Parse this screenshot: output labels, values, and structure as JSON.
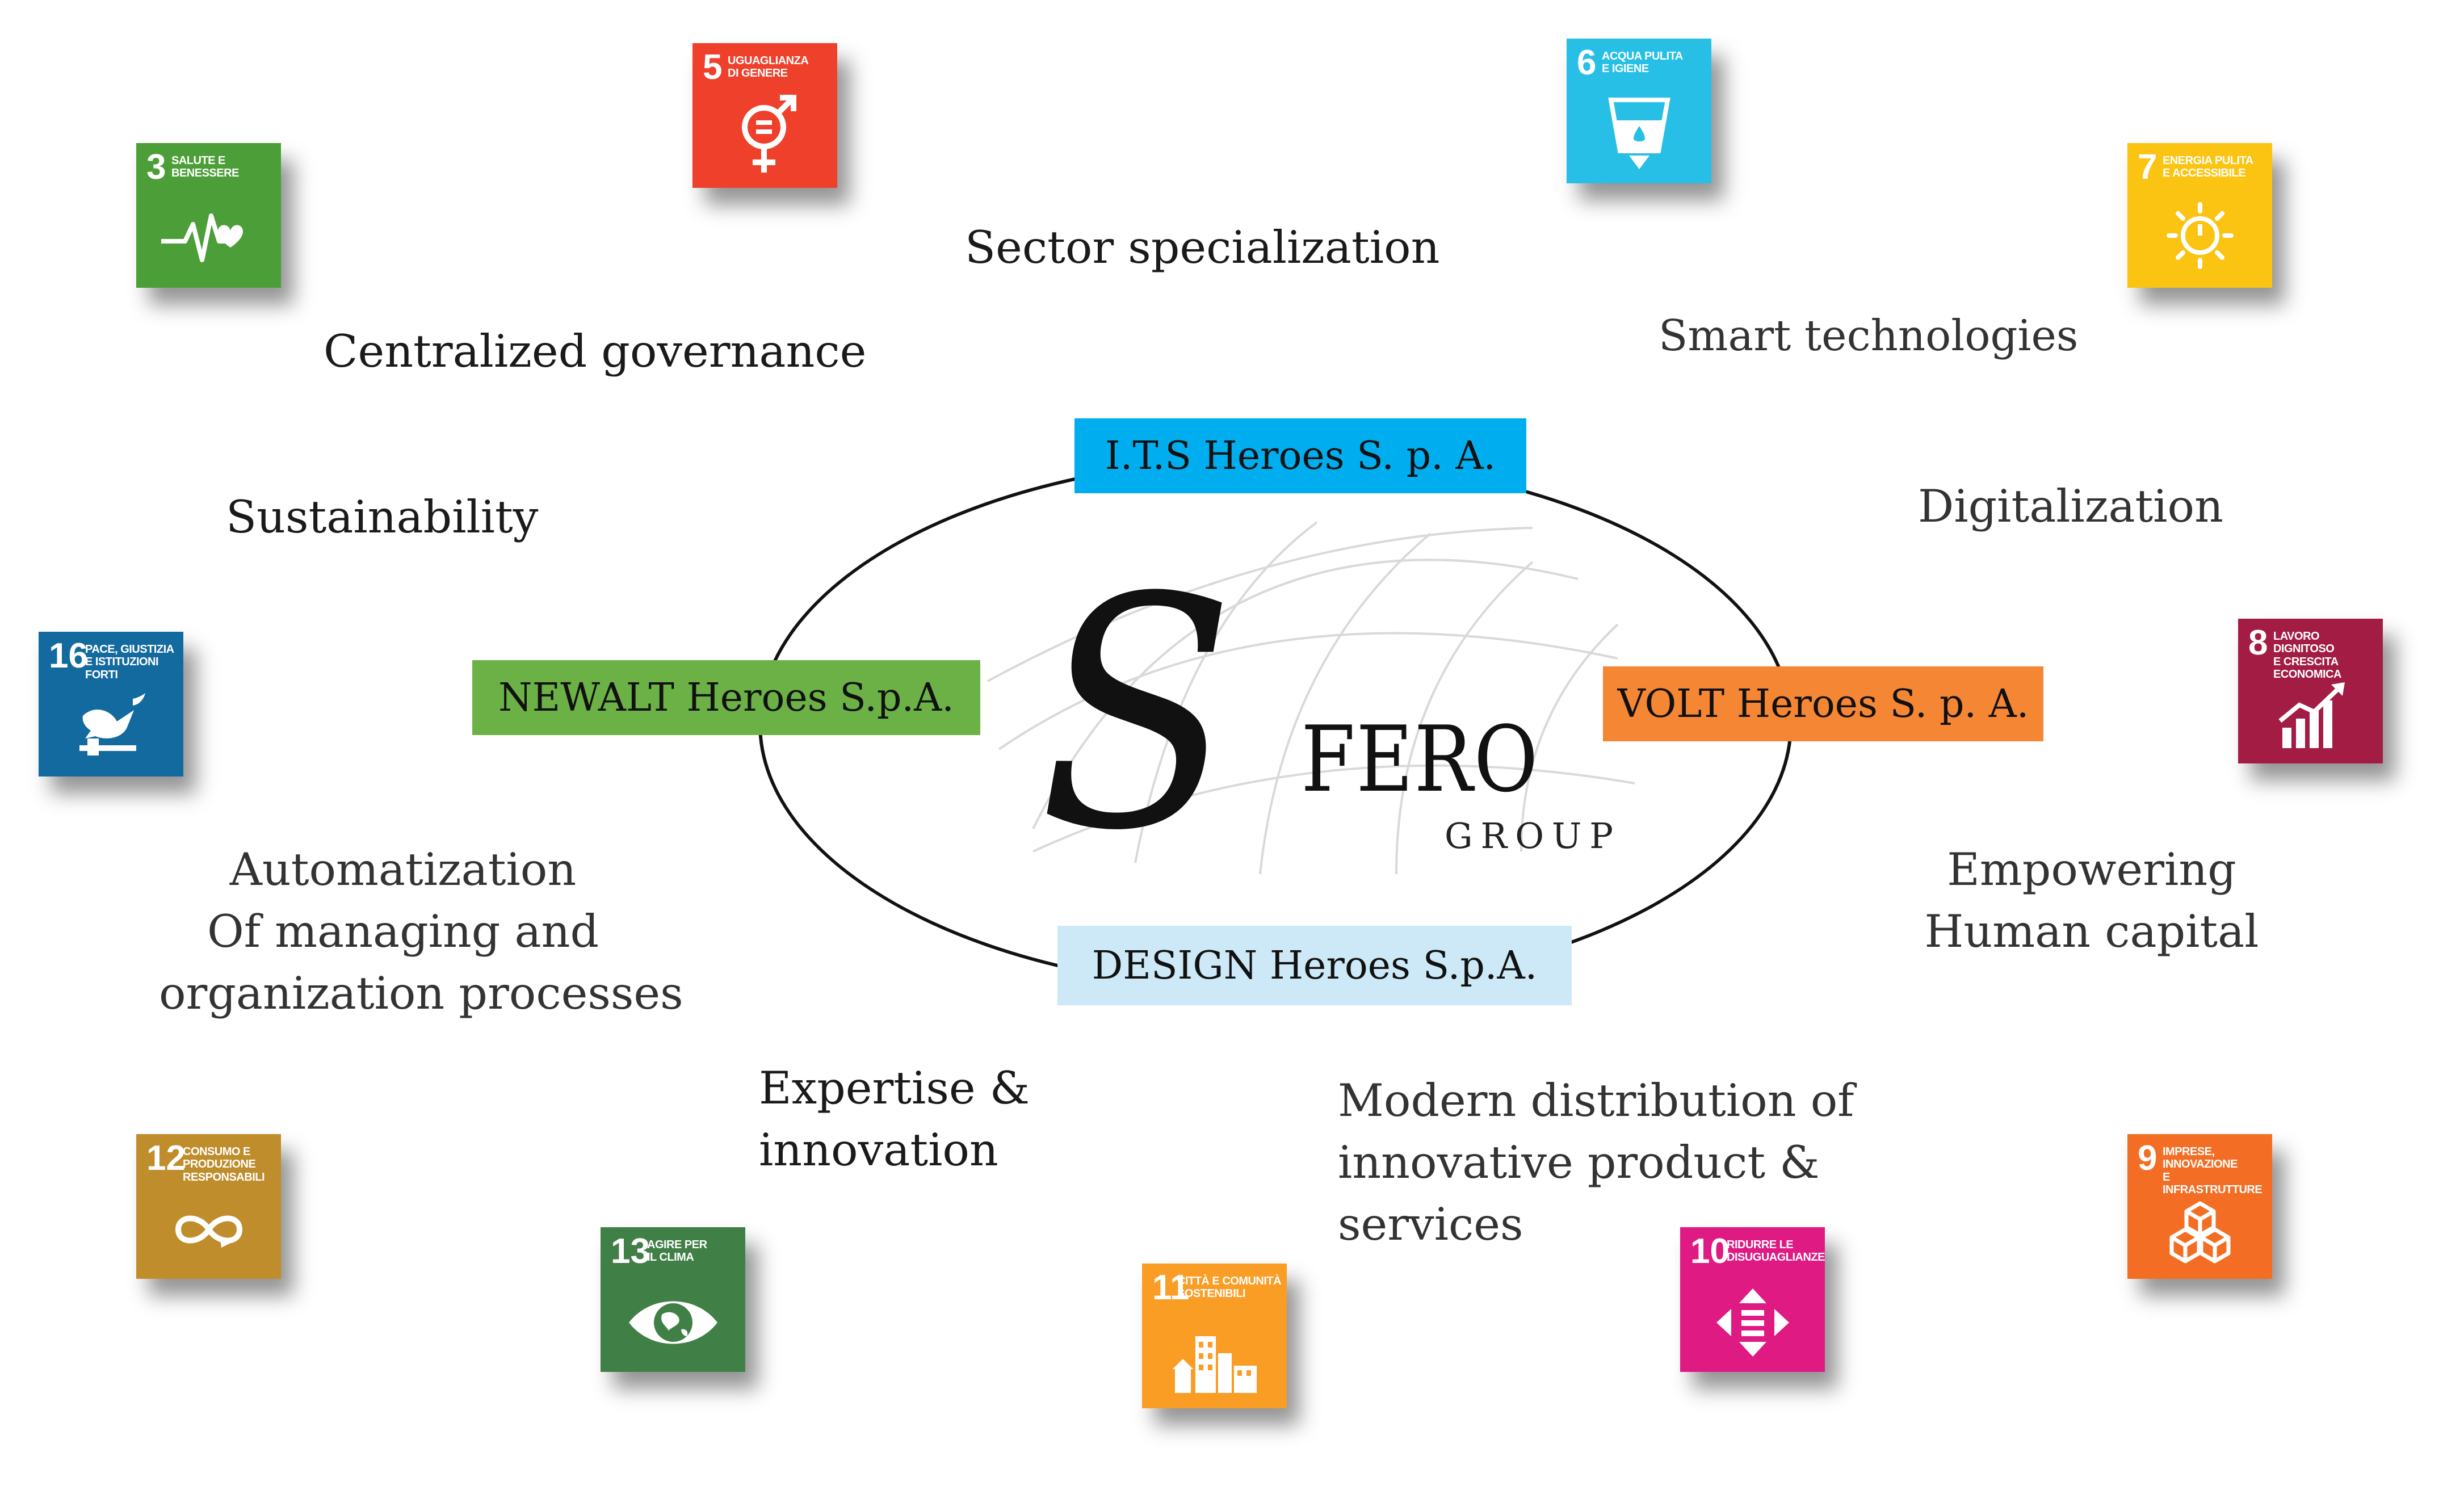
{
  "logo": {
    "initial": "S",
    "word": "FERO",
    "sub": "GROUP"
  },
  "companies": {
    "its": "I.T.S Heroes S. p. A.",
    "newalt": "NEWALT Heroes S.p.A.",
    "volt": "VOLT Heroes S. p. A.",
    "design": "DESIGN Heroes S.p.A."
  },
  "company_colors": {
    "its": "#00AEEF",
    "newalt": "#6BB146",
    "volt": "#F58634",
    "design": "#CDE9F8"
  },
  "labels": {
    "sector_specialization": "Sector specialization",
    "centralized_governance": "Centralized governance",
    "smart_technologies": "Smart technologies",
    "sustainability": "Sustainability",
    "digitalization": "Digitalization",
    "automatization": [
      "Automatization",
      "Of managing and",
      "organization processes"
    ],
    "empowering": [
      "Empowering",
      "Human capital"
    ],
    "expertise": [
      "Expertise &",
      "innovation"
    ],
    "modern_distribution": [
      "Modern distribution of",
      "innovative product &",
      "services"
    ]
  },
  "sdgs": [
    {
      "key": "g3",
      "number": "3",
      "title": "SALUTE E\nBENESSERE",
      "color": "#4C9F38",
      "icon": "heartbeat-icon"
    },
    {
      "key": "g5",
      "number": "5",
      "title": "UGUAGLIANZA\nDI GENERE",
      "color": "#EF402B",
      "icon": "gender-equality-icon"
    },
    {
      "key": "g6",
      "number": "6",
      "title": "ACQUA PULITA\nE IGIENE",
      "color": "#27BFE6",
      "icon": "water-glass-icon"
    },
    {
      "key": "g7",
      "number": "7",
      "title": "ENERGIA PULITA\nE ACCESSIBILE",
      "color": "#FBC412",
      "icon": "sun-power-icon"
    },
    {
      "key": "g16",
      "number": "16",
      "title": "PACE, GIUSTIZIA\nE ISTITUZIONI\nFORTI",
      "color": "#136A9F",
      "icon": "dove-gavel-icon"
    },
    {
      "key": "g8",
      "number": "8",
      "title": "LAVORO DIGNITOSO\nE CRESCITA\nECONOMICA",
      "color": "#A31C44",
      "icon": "growth-chart-icon"
    },
    {
      "key": "g12",
      "number": "12",
      "title": "CONSUMO E\nPRODUZIONE\nRESPONSABILI",
      "color": "#BF8D2C",
      "icon": "infinity-loop-icon"
    },
    {
      "key": "g13",
      "number": "13",
      "title": "AGIRE PER\nIL CLIMA",
      "color": "#407F46",
      "icon": "earth-eye-icon"
    },
    {
      "key": "g11",
      "number": "11",
      "title": "CITTÀ E COMUNITÀ\nSOSTENIBILI",
      "color": "#F99D25",
      "icon": "city-buildings-icon"
    },
    {
      "key": "g10",
      "number": "10",
      "title": "RIDURRE LE\nDISUGUAGLIANZE",
      "color": "#E01A83",
      "icon": "reduced-inequality-icon"
    },
    {
      "key": "g9",
      "number": "9",
      "title": "IMPRESE,\nINNOVAZIONE\nE INFRASTRUTTURE",
      "color": "#F36E24",
      "icon": "cubes-icon"
    }
  ]
}
